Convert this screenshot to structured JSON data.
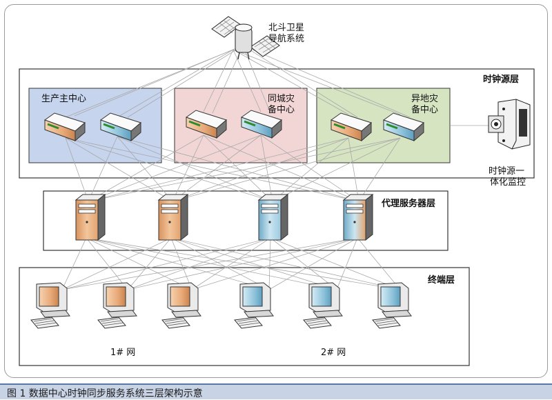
{
  "satellite": {
    "label_line1": "北斗卫星",
    "label_line2": "导航系统"
  },
  "monitor": {
    "label_line1": "时钟源一",
    "label_line2": "体化监控"
  },
  "layers": {
    "clock": {
      "title": "时钟源层"
    },
    "proxy": {
      "title": "代理服务器层"
    },
    "terminal": {
      "title": "终端层"
    }
  },
  "centers": {
    "production": {
      "label": "生产主中心"
    },
    "same_city": {
      "label_line1": "同城灾",
      "label_line2": "备中心"
    },
    "remote": {
      "label_line1": "异地灾",
      "label_line2": "备中心"
    }
  },
  "networks": {
    "net1": "1# 网",
    "net2": "2# 网"
  },
  "caption": "图 1  数据中心时钟同步服务系统三层架构示意",
  "colors": {
    "production_bg": "#c6d4ee",
    "same_city_bg": "#f2d6d6",
    "remote_bg": "#d6e4c2",
    "orange_device": "#e8a977",
    "blue_device": "#8fc3dc",
    "caption_bar": "#c9d3e6"
  },
  "icons": [
    "satellite-icon",
    "camera-monitor-icon",
    "clock-device-icon",
    "server-tower-icon",
    "computer-terminal-icon"
  ]
}
